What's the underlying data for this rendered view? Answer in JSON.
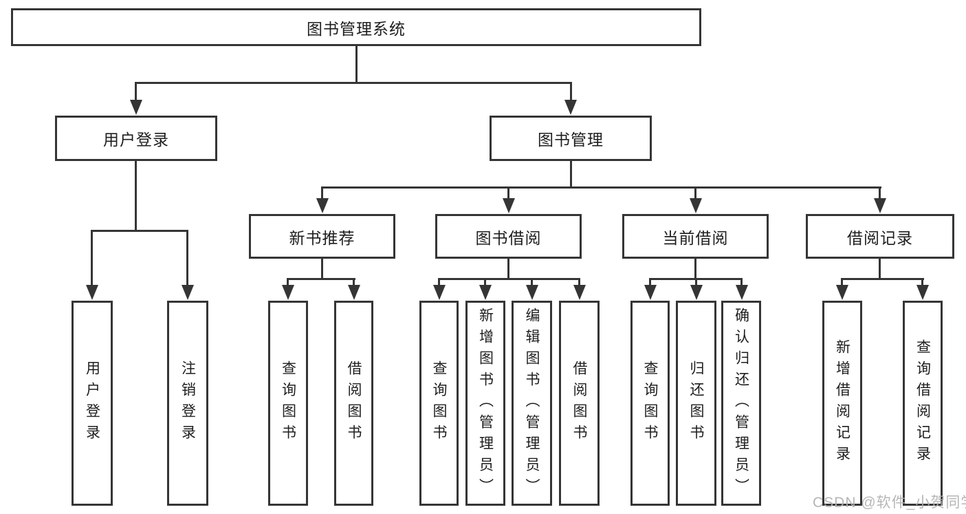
{
  "colors": {
    "background": "#ffffff",
    "line": "#353535",
    "box_border": "#353535",
    "text": "#1e1e1e",
    "watermark": "#b2b2b2"
  },
  "watermark": {
    "text": "CSDN @软件_小贺同学"
  },
  "tree": {
    "label": "图书管理系统",
    "children": [
      {
        "label": "用户登录",
        "children": [
          {
            "label": "用户登录"
          },
          {
            "label": "注销登录"
          }
        ]
      },
      {
        "label": "图书管理",
        "children": [
          {
            "label": "新书推荐",
            "children": [
              {
                "label": "查询图书"
              },
              {
                "label": "借阅图书"
              }
            ]
          },
          {
            "label": "图书借阅",
            "children": [
              {
                "label": "查询图书"
              },
              {
                "label": "新增图书（管理员）"
              },
              {
                "label": "编辑图书（管理员）"
              },
              {
                "label": "借阅图书"
              }
            ]
          },
          {
            "label": "当前借阅",
            "children": [
              {
                "label": "查询图书"
              },
              {
                "label": "归还图书"
              },
              {
                "label": "确认归还（管理员）"
              }
            ]
          },
          {
            "label": "借阅记录",
            "children": [
              {
                "label": "新增借阅记录"
              },
              {
                "label": "查询借阅记录"
              }
            ]
          }
        ]
      }
    ]
  }
}
